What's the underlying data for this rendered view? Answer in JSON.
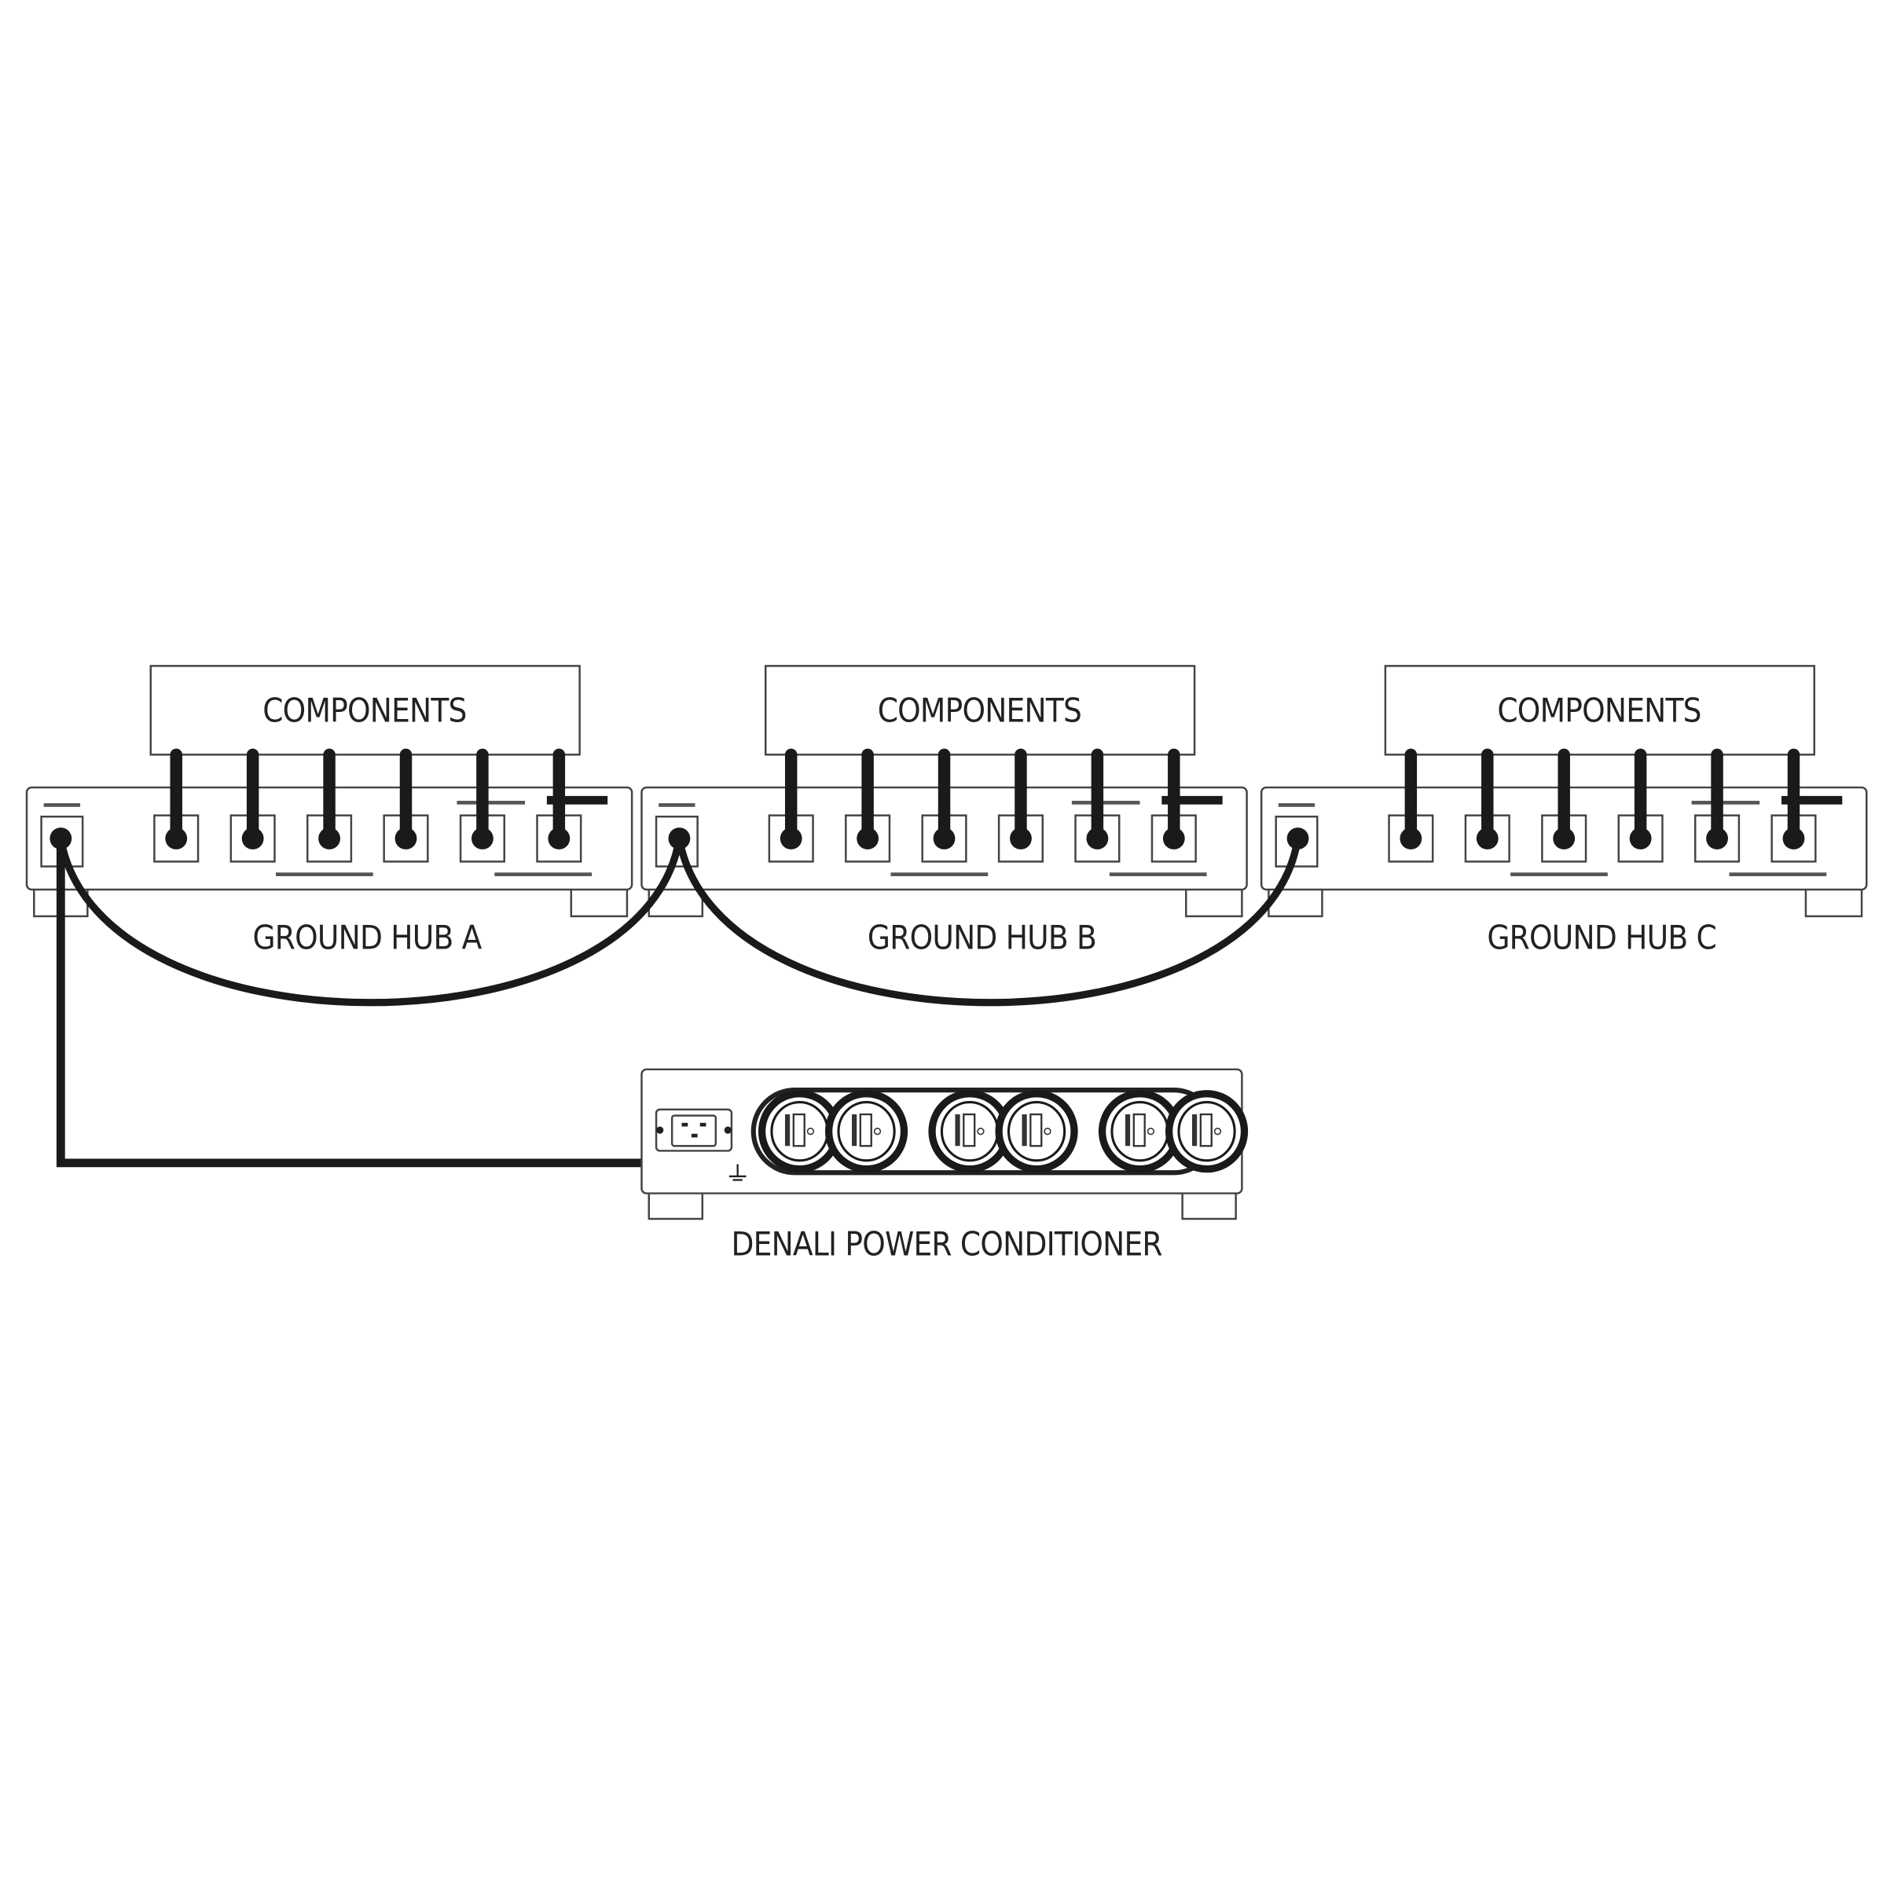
{
  "title": "Ground hub daisy-chain wiring diagram",
  "hubs": [
    {
      "label": "GROUND HUB A",
      "components_label": "COMPONENTS"
    },
    {
      "label": "GROUND HUB B",
      "components_label": "COMPONENTS"
    },
    {
      "label": "GROUND HUB C",
      "components_label": "COMPONENTS"
    }
  ],
  "conditioner": {
    "label": "DENALI POWER CONDITIONER",
    "duplex_outlets": 3
  },
  "colors": {
    "line": "#1a1a1a",
    "outline": "#444444",
    "background": "#ffffff"
  }
}
